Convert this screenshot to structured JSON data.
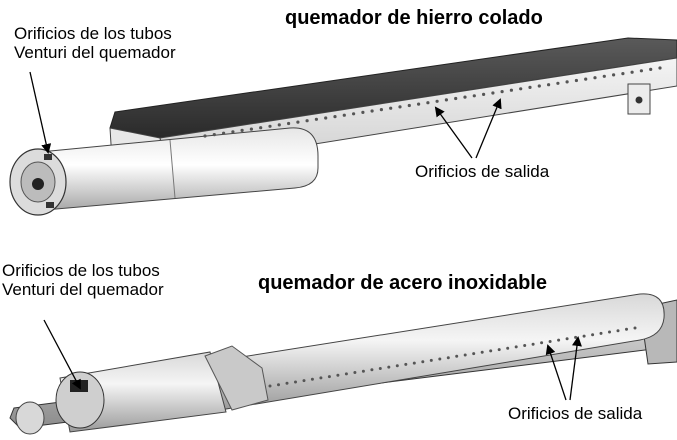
{
  "top": {
    "title": "quemador de hierro colado",
    "venturi_label_line1": "Orificios de los tubos",
    "venturi_label_line2": "Venturi del quemador",
    "ports_label": "Orificios de salida"
  },
  "bottom": {
    "title": "quemador de acero inoxidable",
    "venturi_label_line1": "Orificios de los tubos",
    "venturi_label_line2": "Venturi del quemador",
    "ports_label": "Orificios de salida"
  }
}
